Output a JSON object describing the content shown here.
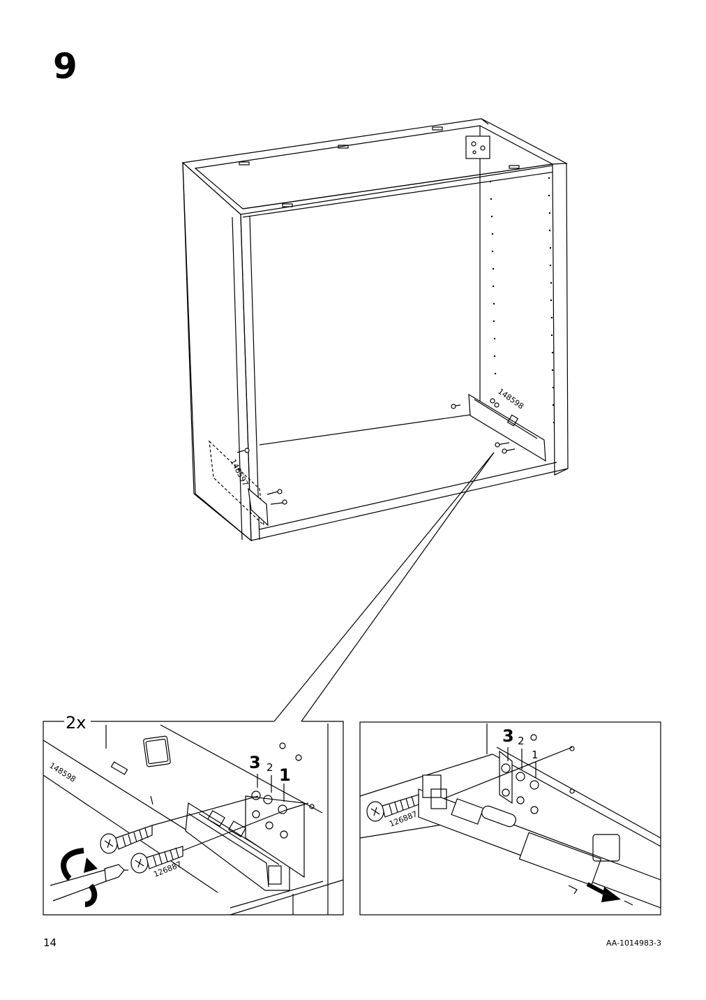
{
  "step": {
    "number": "9"
  },
  "overview": {
    "left_part_code": "148597",
    "right_part_code": "148598"
  },
  "detail_left": {
    "quantity": "2x",
    "part_code": "148598",
    "screw_code": "126887",
    "hole_labels": [
      "3",
      "2",
      "1"
    ]
  },
  "detail_right": {
    "screw_code": "126887",
    "hole_labels": [
      "3",
      "2",
      "1"
    ]
  },
  "footer": {
    "page_number": "14",
    "document_code": "AA-1014983-3"
  }
}
